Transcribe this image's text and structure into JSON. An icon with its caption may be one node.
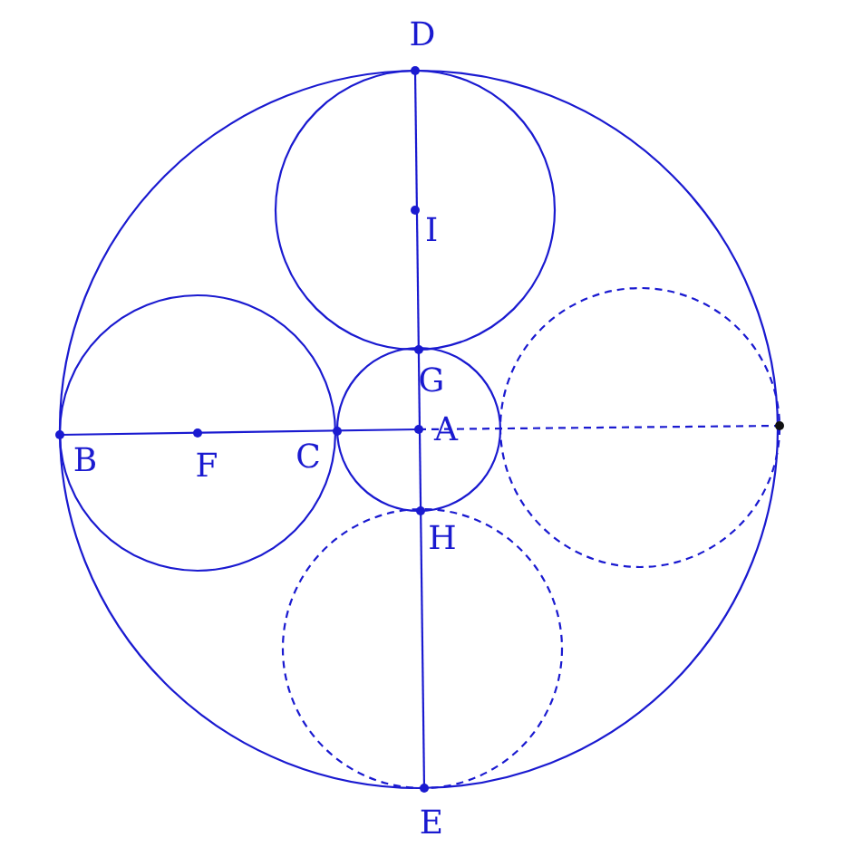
{
  "diagram": {
    "labels": [
      "D",
      "I",
      "G",
      "A",
      "B",
      "F",
      "C",
      "H",
      "E"
    ]
  }
}
